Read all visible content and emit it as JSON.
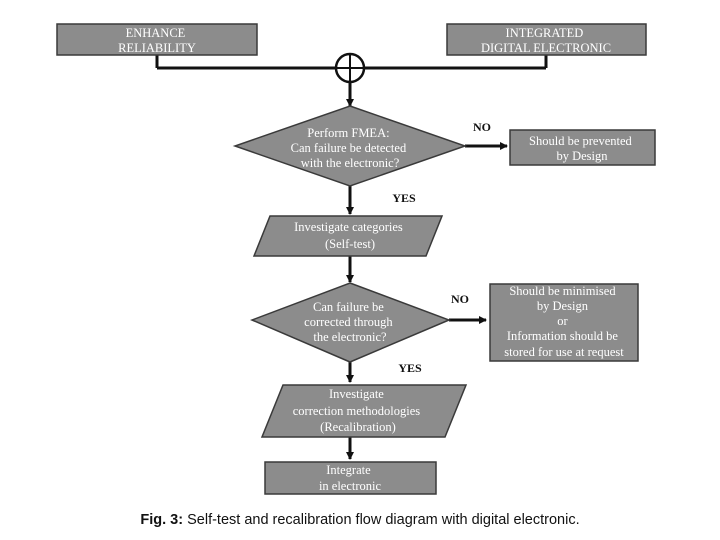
{
  "nodes": {
    "enhance": [
      "ENHANCE",
      "RELIABILITY"
    ],
    "integrated": [
      "INTEGRATED",
      "DIGITAL ELECTRONIC"
    ],
    "fmea": [
      "Perform FMEA:",
      "Can failure be detected",
      "with the electronic?"
    ],
    "prevented": [
      "Should be prevented",
      "by Design"
    ],
    "investigate_categories": [
      "Investigate categories",
      "(Self-test)"
    ],
    "corrected": [
      "Can failure be",
      "corrected through",
      "the electronic?"
    ],
    "minimised": [
      "Should be minimised",
      "by Design",
      "or",
      "Information should be",
      "stored for use at request"
    ],
    "correction": [
      "Investigate",
      "correction methodologies",
      "(Recalibration)"
    ],
    "integrate": [
      "Integrate",
      "in electronic"
    ]
  },
  "labels": {
    "no1": "NO",
    "yes1": "YES",
    "no2": "NO",
    "yes2": "YES"
  },
  "caption": {
    "prefix": "Fig. 3:",
    "text": " Self-test and recalibration flow diagram with digital electronic."
  }
}
